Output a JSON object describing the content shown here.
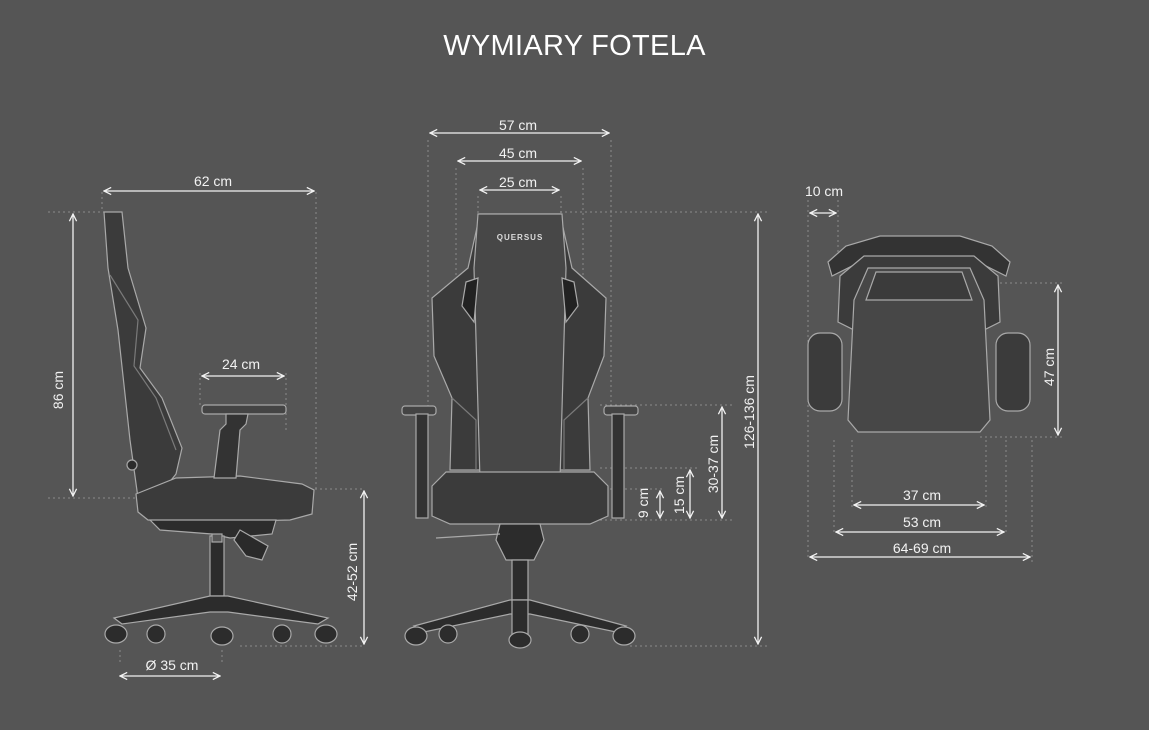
{
  "title": "WYMIARY FOTELA",
  "brand": "QUERSUS",
  "colors": {
    "background": "#555555",
    "chair_fill": "#3b3b3b",
    "chair_dark": "#2c2c2c",
    "chair_outline": "#a9a9a9",
    "dimension_line": "#f2f2f2",
    "dotted_guide": "#8a8a8a"
  },
  "dimensions": {
    "side": {
      "depth": "62 cm",
      "backrest_height": "86 cm",
      "armrest_depth": "24 cm",
      "seat_height": "42-52 cm",
      "caster_diameter": "Ø 35 cm"
    },
    "front": {
      "total_width": "57 cm",
      "width_mid": "45 cm",
      "width_top": "25 cm",
      "total_height": "126-136 cm",
      "armrest_height": "30-37 cm",
      "dim_15": "15 cm",
      "dim_9": "9 cm"
    },
    "top": {
      "headrest_offset": "10 cm",
      "seat_depth": "47 cm",
      "seat_width": "37 cm",
      "seat_width_full": "53 cm",
      "total_width": "64-69 cm"
    }
  }
}
